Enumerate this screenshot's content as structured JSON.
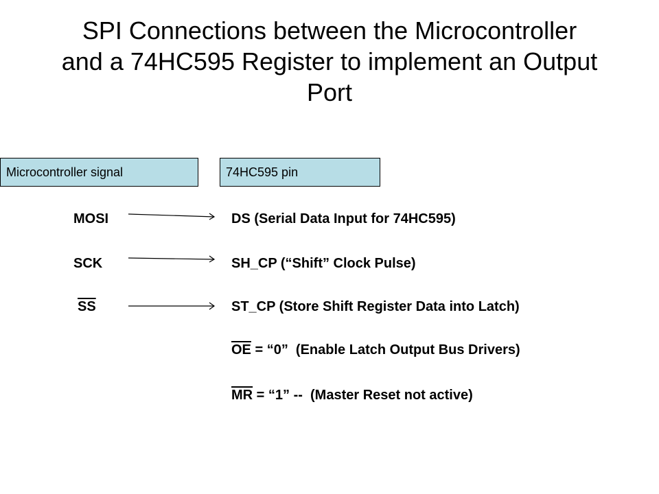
{
  "title": {
    "line1": "SPI Connections between the Microcontroller",
    "line2": "and a 74HC595 Register to implement an Output",
    "line3": "Port"
  },
  "headers": {
    "microcontroller": "Microcontroller signal",
    "pin": "74HC595 pin"
  },
  "rows": [
    {
      "signal": "MOSI",
      "pin_name": "DS",
      "description": " (Serial Data Input for 74HC595)"
    },
    {
      "signal": "SCK",
      "pin_name": "SH_CP",
      "description": " (“Shift” Clock Pulse)"
    },
    {
      "signal": "SS",
      "pin_name": "ST_CP",
      "description": " (Store Shift Register Data into Latch)"
    },
    {
      "signal": "",
      "pin_name": "OE",
      "description": " = “0”  (Enable Latch Output Bus Drivers)"
    },
    {
      "signal": "",
      "pin_name": "MR",
      "description": " = “1” --  (Master Reset not active)"
    }
  ],
  "colors": {
    "header_fill": "#b7dde6"
  }
}
